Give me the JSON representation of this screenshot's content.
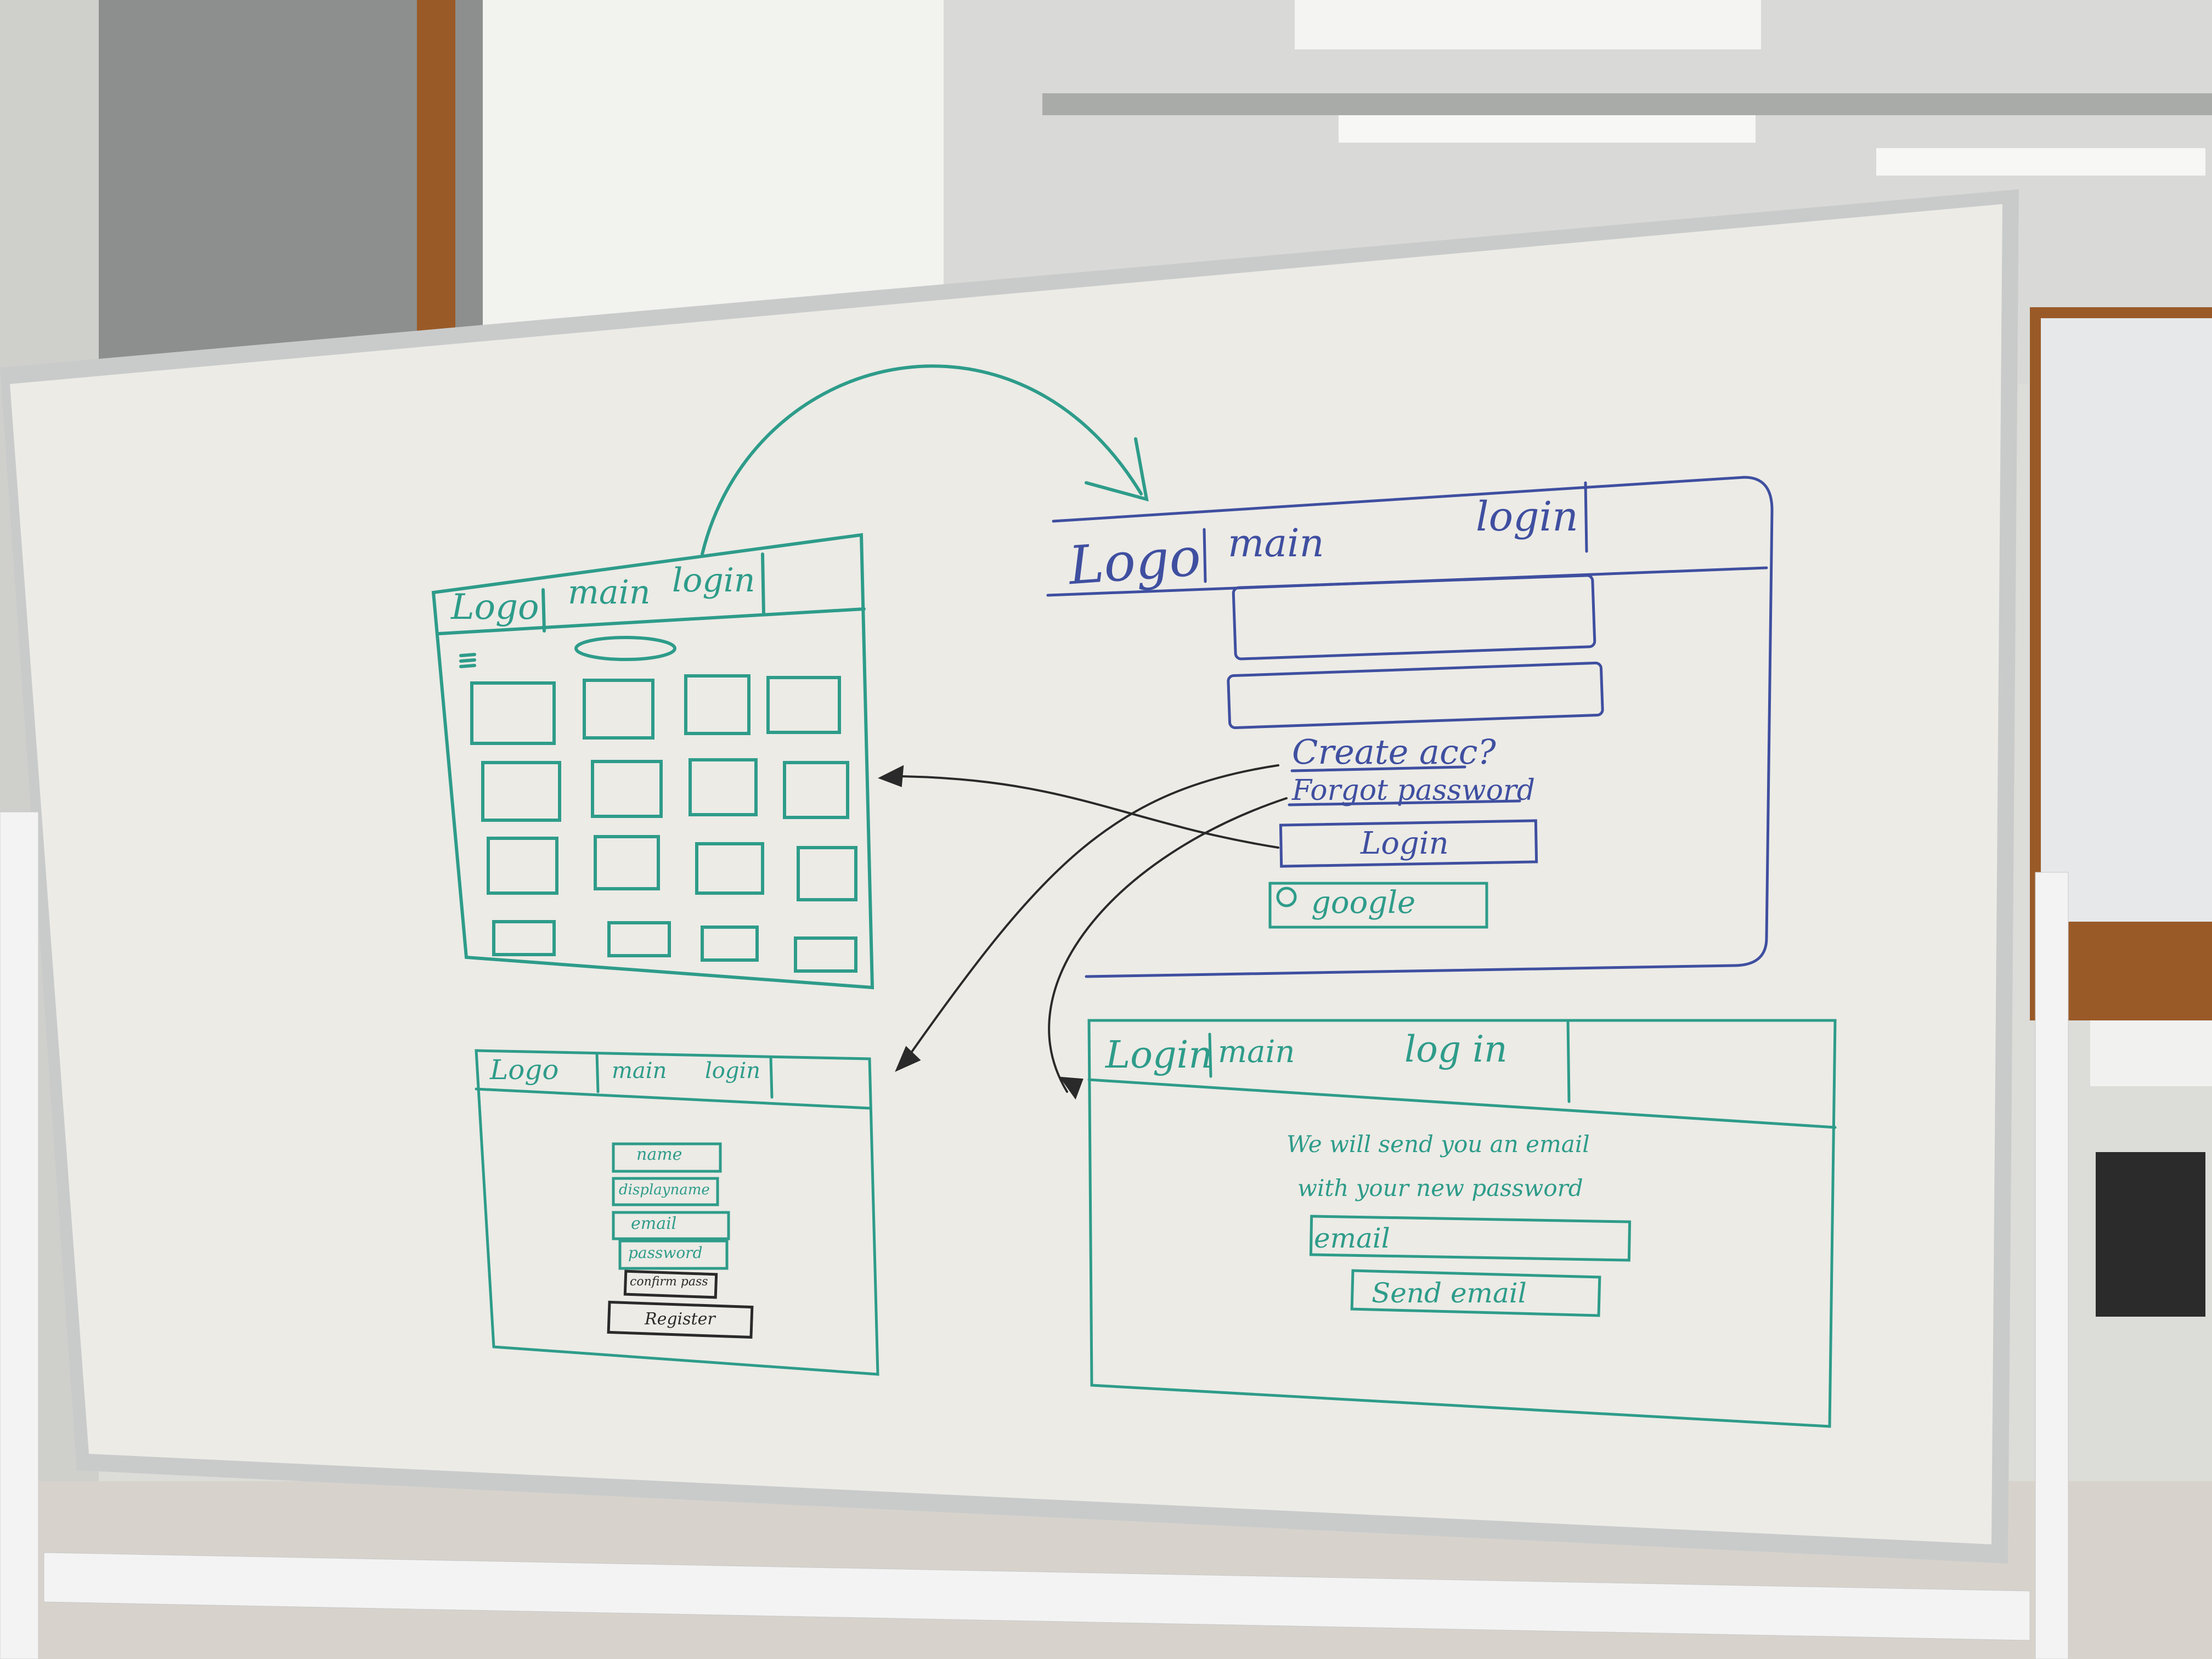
{
  "colors": {
    "board": "#ecebe6",
    "frame": "#c9cbcb",
    "teal_marker": "#2e9c8a",
    "blue_marker": "#3f4fa0",
    "black_marker": "#2a2a2a",
    "wall": "#f2f2ef",
    "ceiling": "#d9dad7",
    "wood": "#9a5a28",
    "floor": "#d7d3cc"
  },
  "sketches": {
    "grid_page": {
      "nav_logo": "Logo",
      "nav_main": "main",
      "nav_login": "login",
      "menu_icon": "hamburger-menu-icon"
    },
    "login_page": {
      "nav_logo": "Logo",
      "nav_main": "main",
      "nav_login": "login",
      "create_account_link": "Create acc?",
      "forgot_password_link": "Forgot password",
      "login_button": "Login",
      "google_button": "google",
      "google_icon": "google-logo-icon"
    },
    "register_page": {
      "nav_logo": "Logo",
      "nav_main": "main",
      "nav_login": "login",
      "fields": [
        "name",
        "displayname",
        "email",
        "password",
        "confirm pass"
      ],
      "register_button": "Register"
    },
    "reset_page": {
      "nav_logo": "Login",
      "nav_main": "main",
      "nav_login": "log in",
      "message_line1": "We will send you an email",
      "message_line2": "with your new password",
      "email_field": "email",
      "send_button": "Send email"
    }
  }
}
